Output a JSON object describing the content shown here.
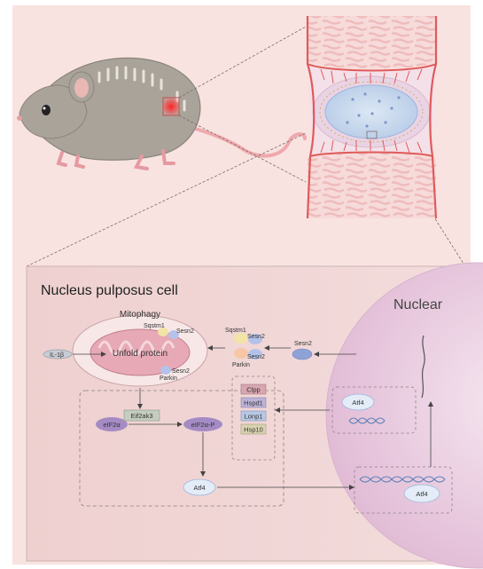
{
  "panel": {
    "title": "Nucleus pulposus cell",
    "nuclear_label": "Nuclear",
    "mitophagy_label": "Mitophagy"
  },
  "mitochondrion": {
    "label": "Unfold protein",
    "sqstm1": "Sqstm1",
    "sesn2_top": "Sesn2",
    "sesn2_bottom": "Sesn2",
    "parkin": "Parkin"
  },
  "complex": {
    "sqstm1": "Sqstm1",
    "sesn2_top": "Sesn2",
    "sesn2_bottom": "Sesn2",
    "parkin": "Parkin"
  },
  "free_sesn2": "Sesn2",
  "il1b": "IL-1β",
  "pathway": {
    "eif2a": "eIF2α",
    "eif2ak3": "Eif2ak3",
    "eif2a_p": "eIF2α-P",
    "atf4": "Atf4"
  },
  "chaperones": [
    "Clpp",
    "Hspd1",
    "Lonp1",
    "Hsp10"
  ],
  "nucleus": {
    "atf4_upper": "Atf4",
    "atf4_lower": "Atf4"
  },
  "colors": {
    "background": "#f8e4e2",
    "panel": "#f2d3d3",
    "nucleus": "#ecd0e3",
    "mitochondrion": "#e7a9b6",
    "protein_blue": "#b4c2ea",
    "protein_purple": "#a58bc4",
    "vessel_red": "#e05a5a"
  }
}
